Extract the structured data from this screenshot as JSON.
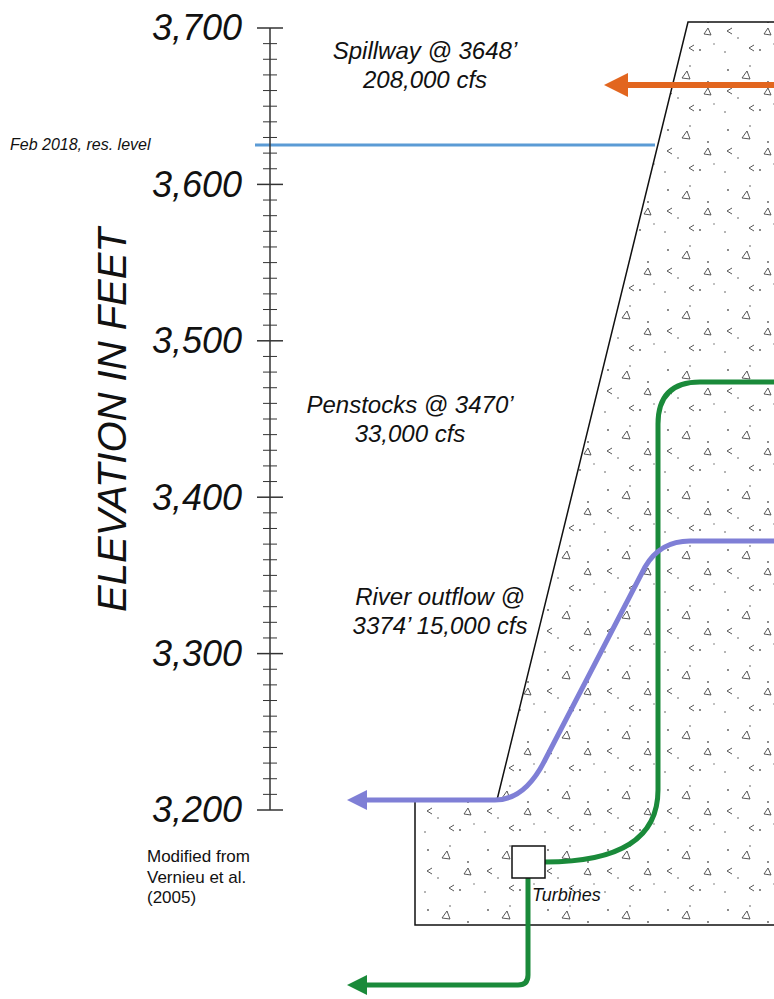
{
  "diagram": {
    "labels": [
      "3,700",
      "3,600",
      "3,500",
      "3,400",
      "3,300",
      "3,200",
      "ELEVATION IN FEET",
      "Feb 2018, res. level",
      "Spillway @ 3648’ 208,000 cfs",
      "Penstocks @ 3470’ 33,000 cfs",
      "River outflow @ 3374’ 15,000 cfs",
      "Turbines",
      "Modified from Vernieu et al. (2005)"
    ]
  }
}
